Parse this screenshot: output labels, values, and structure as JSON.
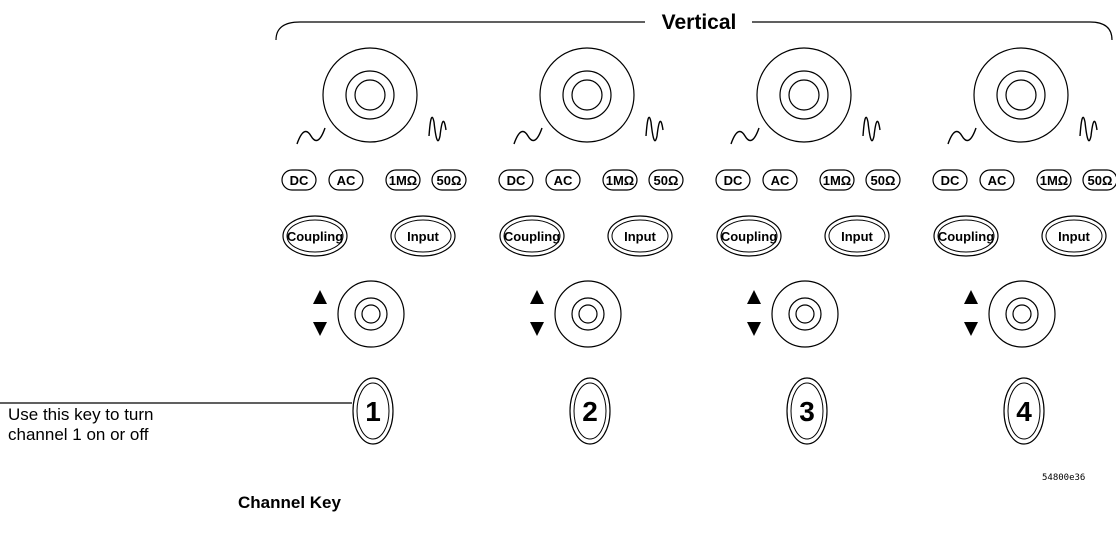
{
  "section_title": "Vertical",
  "indicator_labels": [
    "DC",
    "AC",
    "1MΩ",
    "50Ω"
  ],
  "coupling_label": "Coupling",
  "input_label": "Input",
  "channels": [
    {
      "key_label": "1"
    },
    {
      "key_label": "2"
    },
    {
      "key_label": "3"
    },
    {
      "key_label": "4"
    }
  ],
  "callout": {
    "line1": "Use this key to turn",
    "line2": "channel 1 on or off"
  },
  "figure_id": "54800e36",
  "caption": "Channel Key"
}
